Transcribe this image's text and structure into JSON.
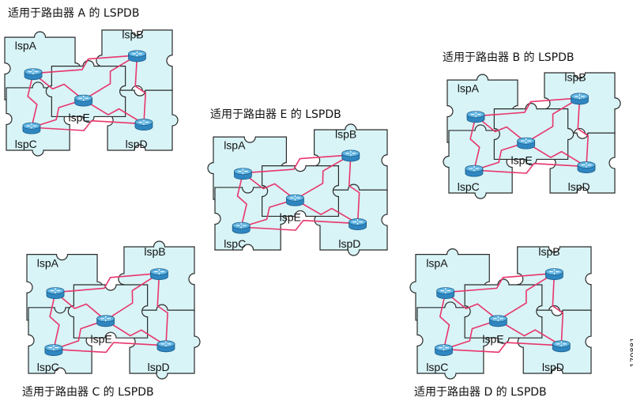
{
  "diagram": {
    "colors": {
      "tile_fill": "#d8f4f7",
      "tile_stroke": "#2a2a2a",
      "link": "#e8356b",
      "router_body": "#2f86c1",
      "router_top": "#63b6e3",
      "router_mark": "#ffffff"
    },
    "link_style": "zigzag-serial",
    "router_icon": "router-icon",
    "panels": [
      {
        "id": "A",
        "title": "适用于路由器 A 的 LSPDB",
        "routers": [
          {
            "id": "A",
            "label": "lspA"
          },
          {
            "id": "B",
            "label": "lspB"
          },
          {
            "id": "C",
            "label": "lspC"
          },
          {
            "id": "D",
            "label": "lspD"
          },
          {
            "id": "E",
            "label": "lspE"
          }
        ]
      },
      {
        "id": "E",
        "title": "适用于路由器 E 的 LSPDB",
        "routers": [
          {
            "id": "A",
            "label": "lspA"
          },
          {
            "id": "B",
            "label": "lspB"
          },
          {
            "id": "C",
            "label": "lspC"
          },
          {
            "id": "D",
            "label": "lspD"
          },
          {
            "id": "E",
            "label": "lspE"
          }
        ]
      },
      {
        "id": "B",
        "title": "适用于路由器 B 的 LSPDB",
        "routers": [
          {
            "id": "A",
            "label": "lspA"
          },
          {
            "id": "B",
            "label": "lspB"
          },
          {
            "id": "C",
            "label": "lspC"
          },
          {
            "id": "D",
            "label": "lspD"
          },
          {
            "id": "E",
            "label": "lspE"
          }
        ]
      },
      {
        "id": "C",
        "title": "适用于路由器 C 的 LSPDB",
        "routers": [
          {
            "id": "A",
            "label": "lspA"
          },
          {
            "id": "B",
            "label": "lspB"
          },
          {
            "id": "C",
            "label": "lspC"
          },
          {
            "id": "D",
            "label": "lspD"
          },
          {
            "id": "E",
            "label": "lspE"
          }
        ]
      },
      {
        "id": "D",
        "title": "适用于路由器 D 的 LSPDB",
        "routers": [
          {
            "id": "A",
            "label": "lspA"
          },
          {
            "id": "B",
            "label": "lspB"
          },
          {
            "id": "C",
            "label": "lspC"
          },
          {
            "id": "D",
            "label": "lspD"
          },
          {
            "id": "E",
            "label": "lspE"
          }
        ]
      }
    ],
    "links": [
      [
        "A",
        "B"
      ],
      [
        "A",
        "C"
      ],
      [
        "A",
        "E"
      ],
      [
        "B",
        "E"
      ],
      [
        "B",
        "D"
      ],
      [
        "C",
        "D"
      ],
      [
        "C",
        "E"
      ],
      [
        "E",
        "D"
      ]
    ],
    "figure_id": "170881"
  }
}
